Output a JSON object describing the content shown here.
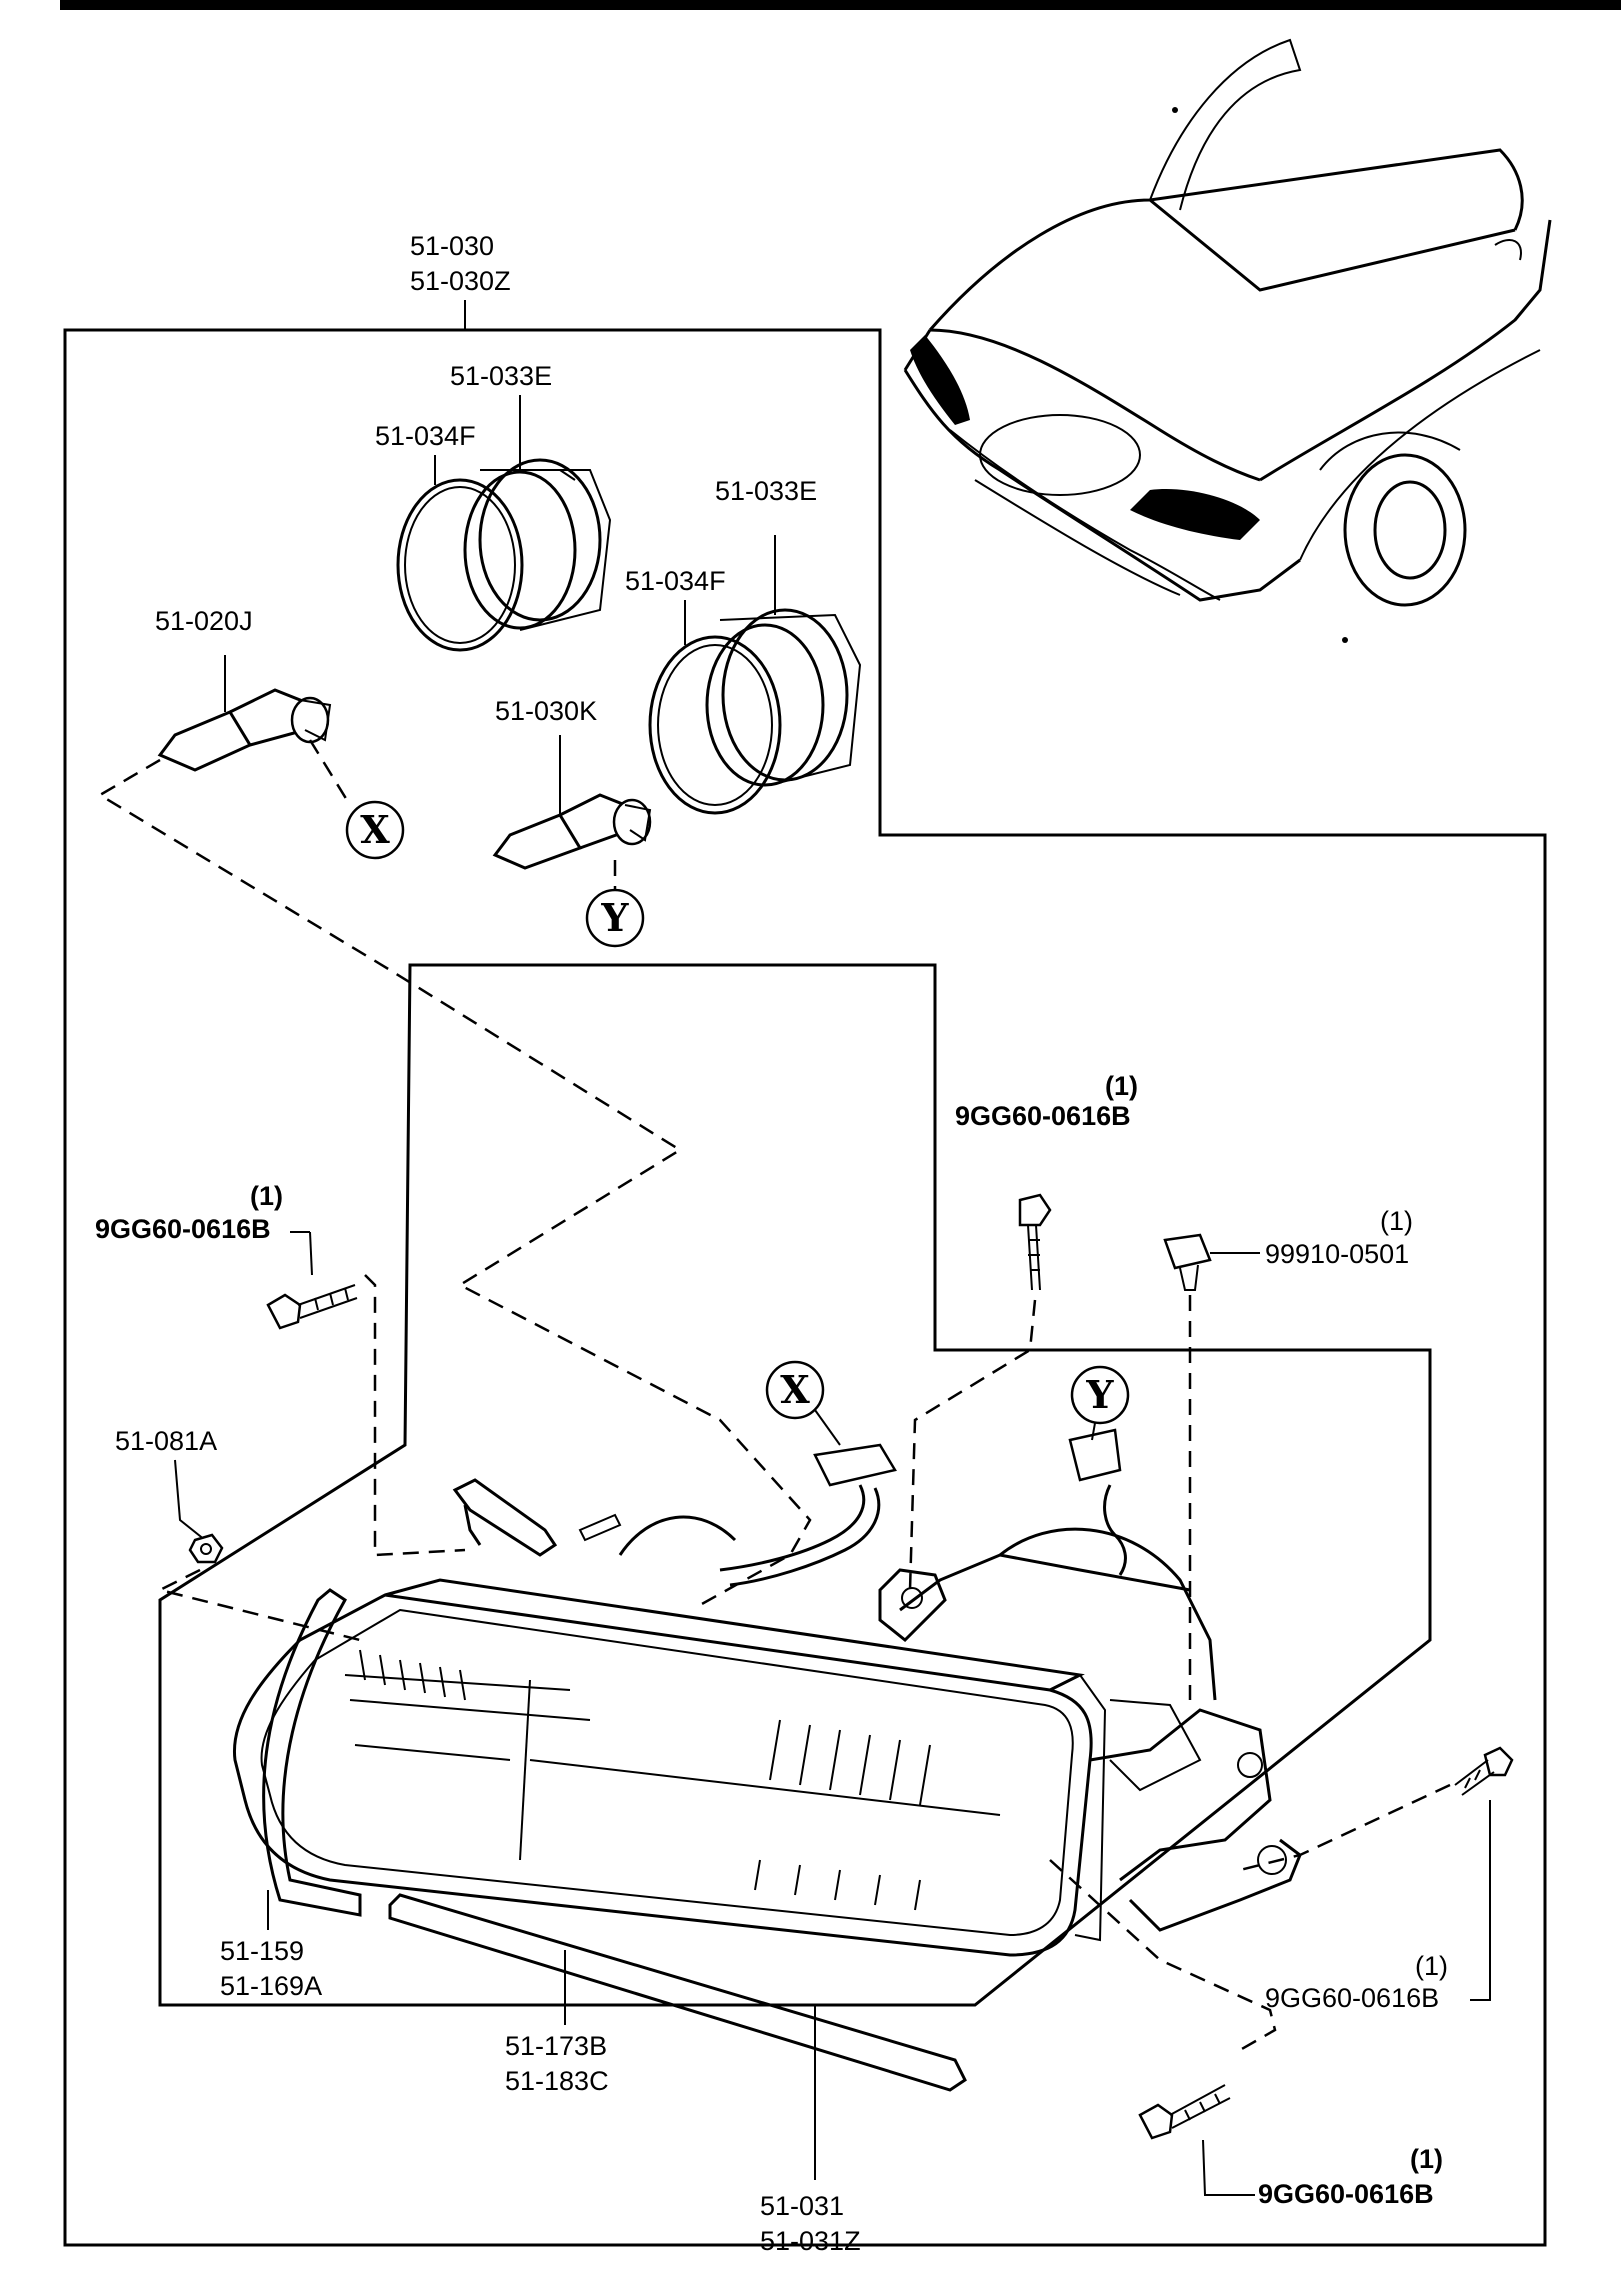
{
  "labels": {
    "assy_top_1": "51-030",
    "assy_top_2": "51-030Z",
    "ring_cap_upper": "51-033E",
    "seal_upper": "51-034F",
    "ring_cap_lower": "51-033E",
    "seal_lower": "51-034F",
    "bulb_left": "51-020J",
    "bulb_right": "51-030K",
    "bolt_upper_qty": "(1)",
    "bolt_upper": "9GG60-0616B",
    "bolt_left_qty": "(1)",
    "bolt_left": "9GG60-0616B",
    "clip_qty": "(1)",
    "clip": "99910-0501",
    "nut": "51-081A",
    "gasket_1": "51-159",
    "gasket_2": "51-169A",
    "strip_1": "51-173B",
    "strip_2": "51-183C",
    "bolt_right_qty": "(1)",
    "bolt_right": "9GG60-0616B",
    "bolt_bottom_qty": "(1)",
    "bolt_bottom": "9GG60-0616B",
    "unit_1": "51-031",
    "unit_2": "51-031Z"
  },
  "connector_marks": {
    "x_upper": "X",
    "y_upper": "Y",
    "x_lower": "X",
    "y_lower": "Y"
  }
}
